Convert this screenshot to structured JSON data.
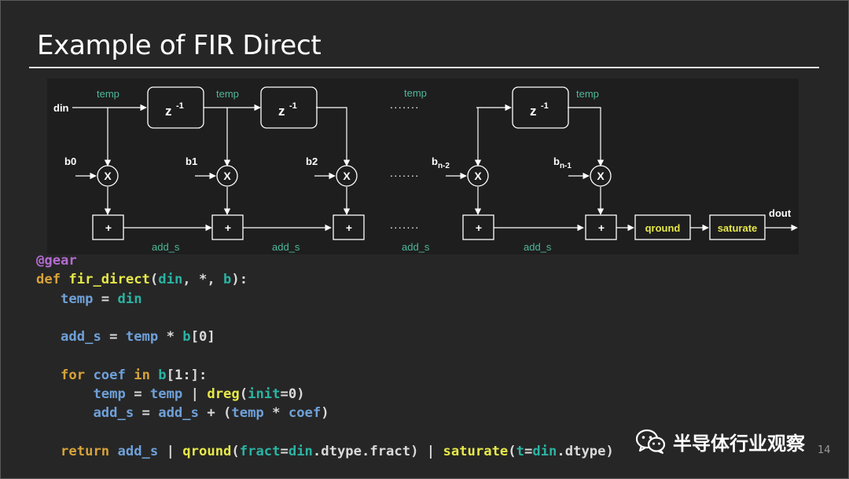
{
  "slide": {
    "title": "Example of FIR Direct",
    "page_number": "14"
  },
  "diagram": {
    "input_label": "din",
    "output_label": "dout",
    "delay_label": "z",
    "delay_exp": "-1",
    "temp_label": "temp",
    "add_s_label": "add_s",
    "mult_symbol": "X",
    "add_symbol": "+",
    "dots": ".......",
    "coef_labels": [
      "b0",
      "b1",
      "b2"
    ],
    "coef_n2_base": "b",
    "coef_n2_sub": "n-2",
    "coef_n1_base": "b",
    "coef_n1_sub": "n-1",
    "qround_label": "qround",
    "saturate_label": "saturate"
  },
  "code": {
    "l1_decorator": "@gear",
    "l2_def": "def",
    "l2_name": "fir_direct",
    "l2_p1": "(",
    "l2_din": "din",
    "l2_p2": ", *, ",
    "l2_b": "b",
    "l2_p3": "):",
    "l3_temp": "temp",
    "l3_eq": " = ",
    "l3_din": "din",
    "l4_adds": "add_s",
    "l4_eq": " = ",
    "l4_temp": "temp",
    "l4_mul": " * ",
    "l4_b": "b",
    "l4_idx": "[0]",
    "l5_for": "for",
    "l5_coef": "coef",
    "l5_in": "in",
    "l5_b": "b",
    "l5_rest": "[1:]:",
    "l6_temp": "temp",
    "l6_eq": " = ",
    "l6_temp2": "temp",
    "l6_pipe": " | ",
    "l6_dreg": "dreg",
    "l6_p1": "(",
    "l6_init": "init",
    "l6_rest": "=0)",
    "l7_adds": "add_s",
    "l7_eq": " = ",
    "l7_adds2": "add_s",
    "l7_plus": " + (",
    "l7_temp": "temp",
    "l7_mul": " * ",
    "l7_coef": "coef",
    "l7_close": ")",
    "l8_return": "return",
    "l8_adds": "add_s",
    "l8_pipe": " | ",
    "l8_qround": "qround",
    "l8_p1": "(",
    "l8_fract": "fract",
    "l8_eq": "=",
    "l8_din": "din",
    "l8_dt": ".dtype.fract) | ",
    "l8_saturate": "saturate",
    "l8_p2": "(",
    "l8_t": "t",
    "l8_eq2": "=",
    "l8_din2": "din",
    "l8_dt2": ".dtype)"
  },
  "watermark": {
    "text": "半导体行业观察",
    "icon": "wechat-icon"
  },
  "colors": {
    "background": "#262626",
    "diagram_background": "#1e1e1e",
    "accent_yellow": "#e6e84a",
    "label_teal": "#4fb89a"
  }
}
